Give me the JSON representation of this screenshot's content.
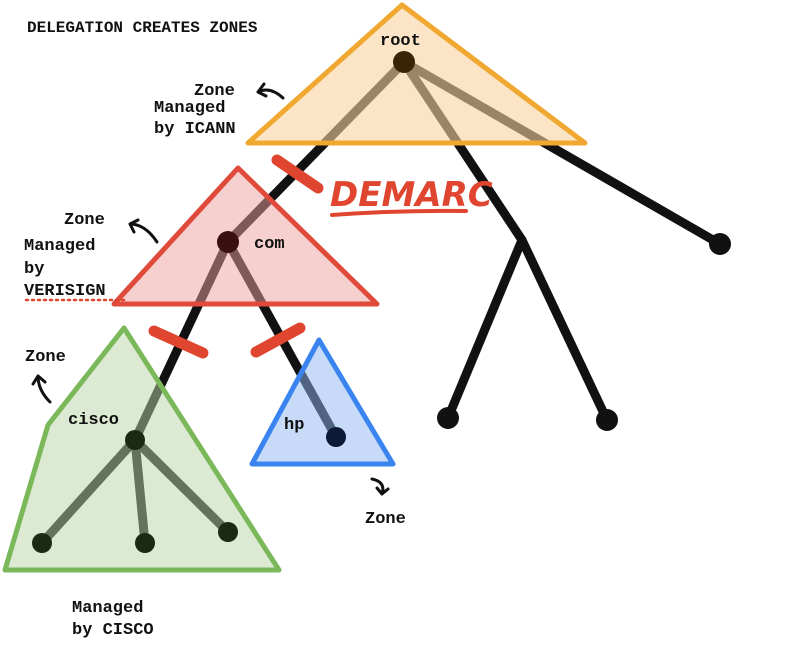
{
  "title": "DELEGATION CREATES ZONES",
  "demarc_label": "DEMARC",
  "nodes": {
    "root": "root",
    "com": "com",
    "cisco": "cisco",
    "hp": "hp"
  },
  "labels": {
    "icann": [
      "Zone",
      "Managed",
      "by ICANN"
    ],
    "verisign": [
      "Zone",
      "Managed",
      "by",
      "VERISIGN"
    ],
    "cisco_zone": "Zone",
    "cisco_managed": [
      "Managed",
      "by CISCO"
    ],
    "hp_zone": "Zone"
  },
  "colors": {
    "root_zone": "#f0a830",
    "com_zone": "#e04a3a",
    "cisco_zone": "#7ab85a",
    "hp_zone": "#3a84f0",
    "demarc": "#e0452f"
  }
}
